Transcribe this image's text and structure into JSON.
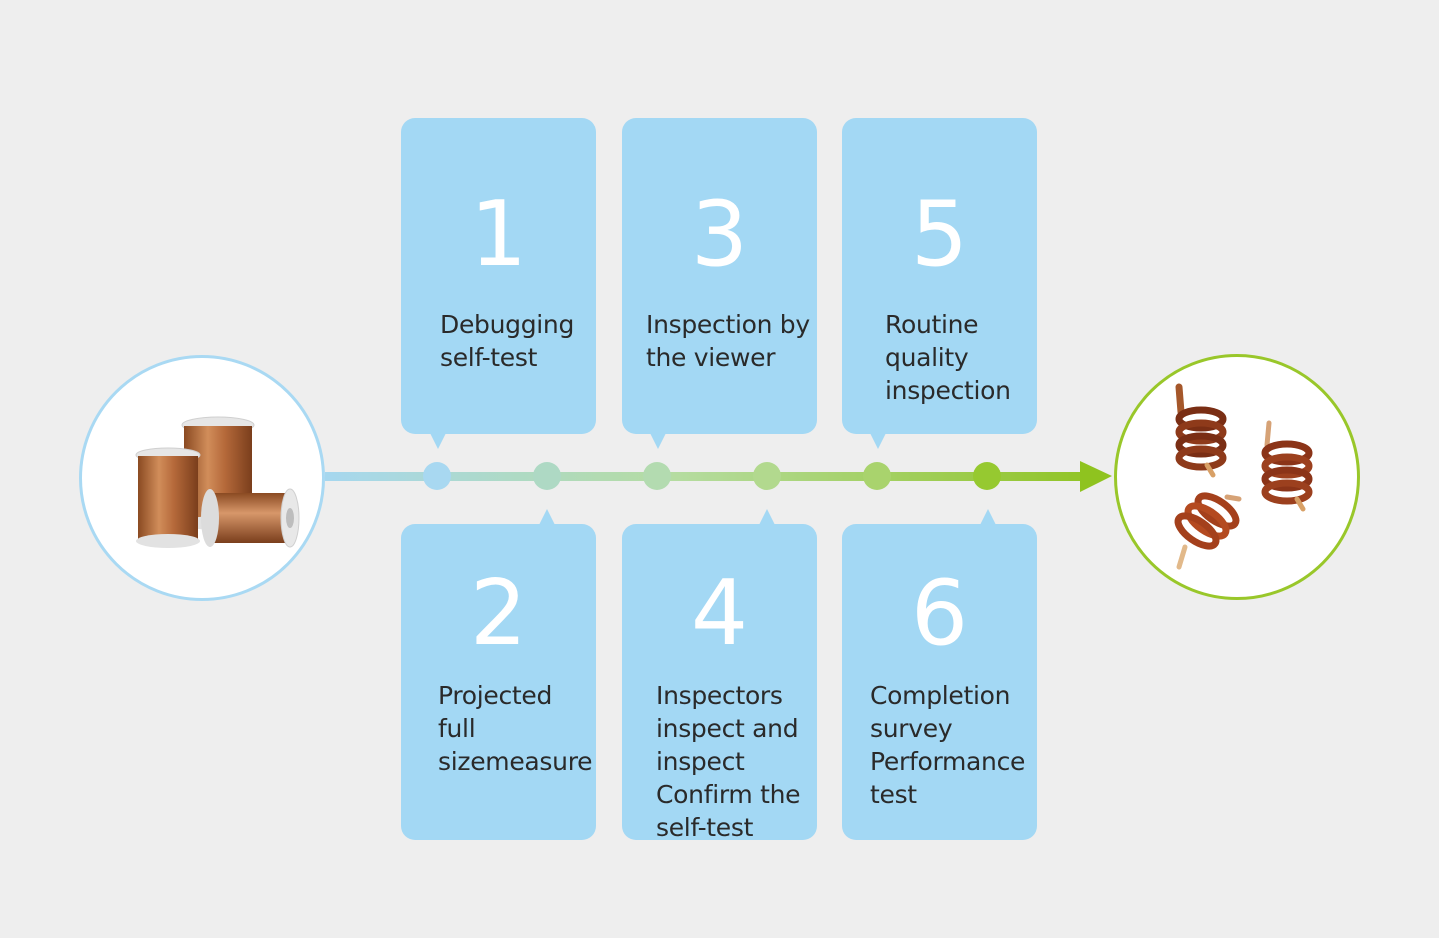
{
  "steps": [
    {
      "number": "1",
      "label": "Debugging\nself-test"
    },
    {
      "number": "2",
      "label": "Projected\nfull\nsizemeasure"
    },
    {
      "number": "3",
      "label": "Inspection by\nthe viewer"
    },
    {
      "number": "4",
      "label": "Inspectors\ninspect and\ninspect\nConfirm the\nself-test"
    },
    {
      "number": "5",
      "label": "Routine\nquality\ninspection"
    },
    {
      "number": "6",
      "label": "Completion\nsurvey\nPerformance\ntest"
    }
  ],
  "start_image": {
    "icon": "copper-wire-spools-icon"
  },
  "end_image": {
    "icon": "air-core-coils-icon"
  },
  "colors": {
    "card": "#a3d8f4",
    "start_ring": "#a9d9f3",
    "end_ring": "#99c72a",
    "line_start": "#a6d7ef",
    "line_end": "#8fc31f",
    "background": "#eeeeee"
  }
}
